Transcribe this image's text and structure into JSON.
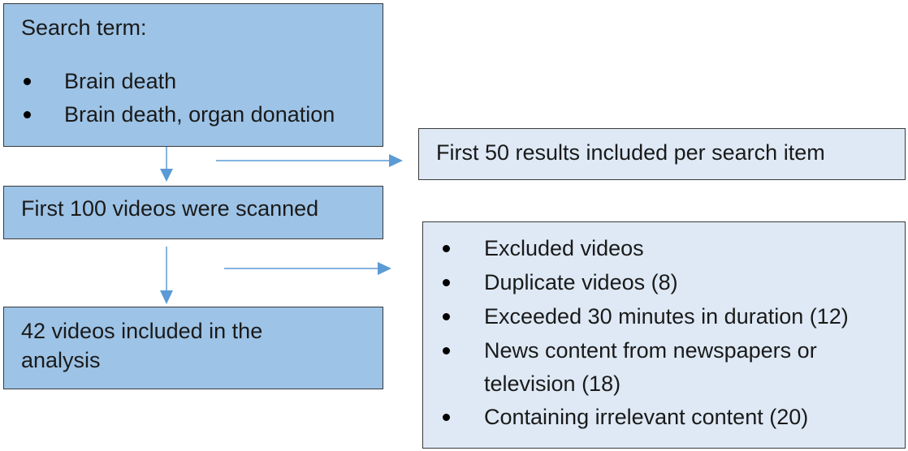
{
  "search_box": {
    "heading": "Search term:",
    "items": [
      "Brain death",
      "Brain death, organ donation"
    ]
  },
  "first_results_box": {
    "text": "First 50 results included per search item"
  },
  "scanned_box": {
    "text": "First 100 videos were scanned"
  },
  "included_box": {
    "line1": "42 videos included in the",
    "line2": "analysis"
  },
  "excluded_box": {
    "items": [
      {
        "lines": [
          "Excluded videos"
        ]
      },
      {
        "lines": [
          "Duplicate videos (8)"
        ]
      },
      {
        "lines": [
          "Exceeded 30 minutes in duration (12)"
        ]
      },
      {
        "lines": [
          "News content from newspapers or",
          "television (18)"
        ]
      },
      {
        "lines": [
          "Containing irrelevant content (20)"
        ]
      }
    ]
  },
  "colors": {
    "box_dark": "#9dc3e6",
    "box_light": "#dee9f5",
    "arrow": "#5b9bd5",
    "border": "#3a3a3a"
  }
}
